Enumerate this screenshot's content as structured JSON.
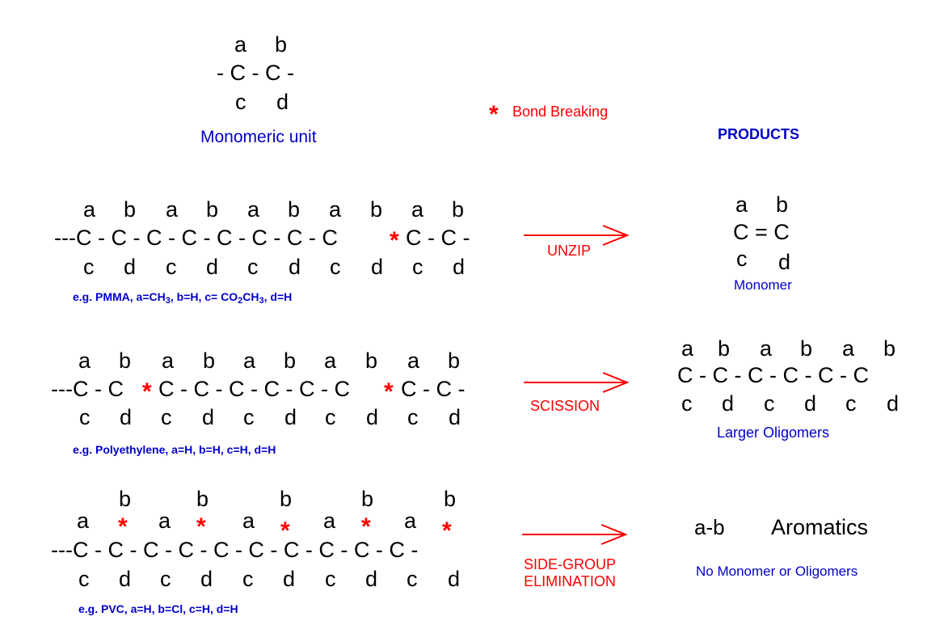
{
  "monomer_unit": {
    "top": [
      "a",
      "b"
    ],
    "middle": "- C - C -",
    "bottom": [
      "c",
      "d"
    ],
    "caption": "Monomeric unit"
  },
  "legend": {
    "star": "*",
    "text": "Bond Breaking"
  },
  "products_header": "PRODUCTS",
  "rows": [
    {
      "id": "unzip",
      "top": [
        "a",
        "b",
        "a",
        "b",
        "a",
        "b",
        "a",
        "b",
        "a",
        "b"
      ],
      "chain": "---C - C - C - C - C - C - C - C",
      "chain_tail": "C - C -",
      "bottom": [
        "c",
        "d",
        "c",
        "d",
        "c",
        "d",
        "c",
        "d",
        "c",
        "d"
      ],
      "example_parts": [
        "e.g. PMMA,  a=CH",
        "3",
        ",  b=H,  c= CO",
        "2",
        "CH",
        "3",
        ",  d=H"
      ],
      "arrow_label": "UNZIP",
      "product": {
        "top": [
          "a",
          "b"
        ],
        "middle": "C = C",
        "bottom": [
          "c",
          "d"
        ],
        "caption": "Monomer"
      }
    },
    {
      "id": "scission",
      "top": [
        "a",
        "b",
        "a",
        "b",
        "a",
        "b",
        "a",
        "b",
        "a",
        "b"
      ],
      "chain_head": "---C - C",
      "chain": "C - C - C - C - C - C",
      "chain_tail": "C - C -",
      "bottom": [
        "c",
        "d",
        "c",
        "d",
        "c",
        "d",
        "c",
        "d",
        "c",
        "d"
      ],
      "example": "e.g. Polyethylene, a=H,  b=H,  c=H,  d=H",
      "arrow_label": "SCISSION",
      "product": {
        "top": [
          "a",
          "b",
          "a",
          "b",
          "a",
          "b"
        ],
        "middle": "C - C - C - C - C - C",
        "bottom": [
          "c",
          "d",
          "c",
          "d",
          "c",
          "d"
        ],
        "caption": "Larger Oligomers"
      }
    },
    {
      "id": "side-group",
      "top_a": [
        "a",
        "a",
        "a",
        "a",
        "a"
      ],
      "top_b": [
        "b",
        "b",
        "b",
        "b",
        "b"
      ],
      "chain": "---C - C - C - C - C - C - C - C - C - C -",
      "bottom": [
        "c",
        "d",
        "c",
        "d",
        "c",
        "d",
        "c",
        "d",
        "c",
        "d"
      ],
      "example": "e.g. PVC,  a=H,  b=Cl,  c=H,  d=H",
      "arrow_label_lines": [
        "SIDE-GROUP",
        "ELIMINATION"
      ],
      "product": {
        "ab": "a-b",
        "aromatics": "Aromatics",
        "caption": "No Monomer or Oligomers"
      }
    }
  ],
  "colors": {
    "accent_red": "#ff0000",
    "label_blue": "#0000cc",
    "text_black": "#000000"
  }
}
